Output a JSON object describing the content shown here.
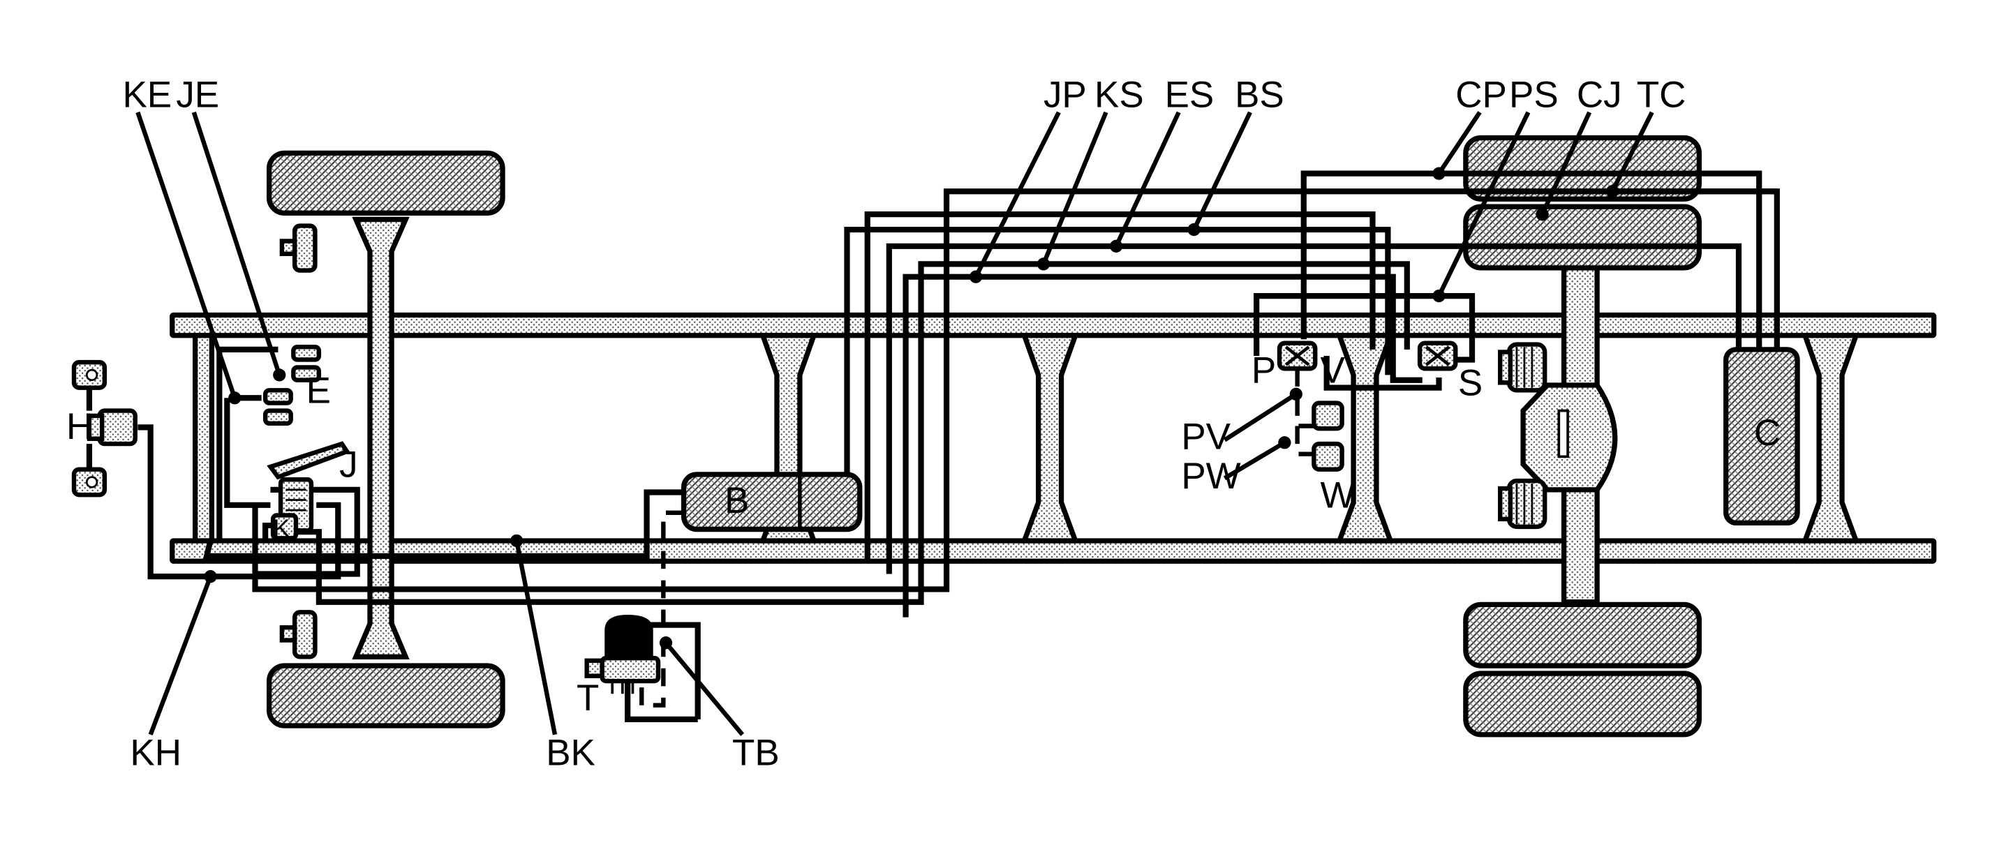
{
  "diagram": {
    "callouts": {
      "ke": "KE",
      "je": "JE",
      "jp": "JP",
      "ks": "KS",
      "es": "ES",
      "bs": "BS",
      "cp": "CP",
      "ps": "PS",
      "cj": "CJ",
      "tc": "TC",
      "pv": "PV",
      "pw": "PW",
      "kh": "KH",
      "bk": "BK",
      "tb": "TB"
    },
    "components": {
      "h": "H",
      "e": "E",
      "j": "J",
      "k": "K",
      "b": "B",
      "t": "T",
      "p": "P",
      "v": "V",
      "s": "S",
      "w": "W",
      "c": "C"
    }
  }
}
